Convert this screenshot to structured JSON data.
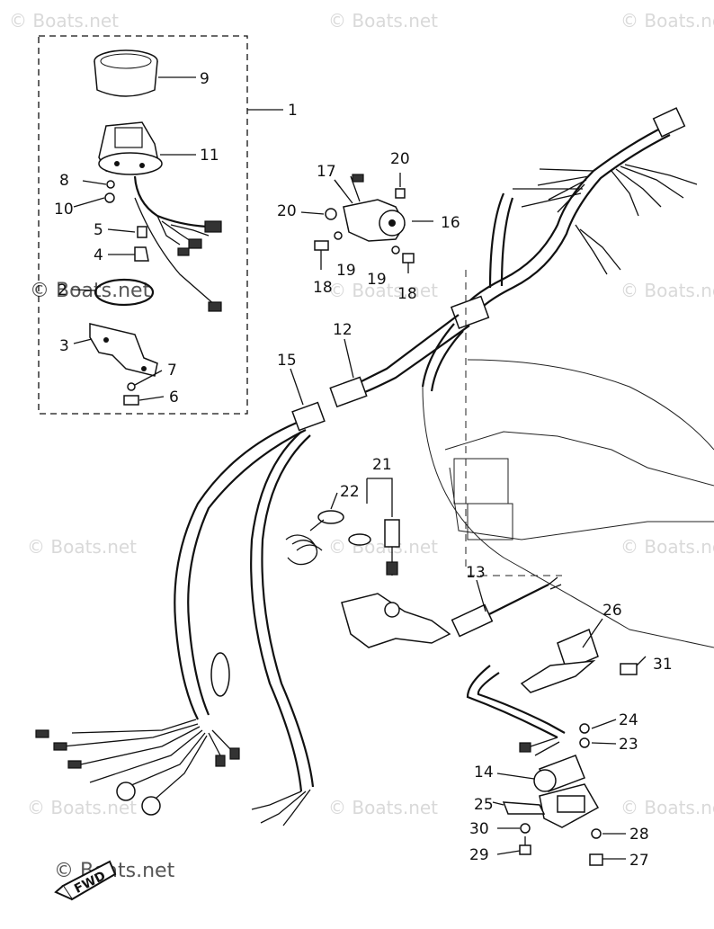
{
  "watermark": "© Boats.net",
  "overlay_watermark": "© Boats.net",
  "direction_label": "FWD",
  "callouts": {
    "c1": "1",
    "c2": "2",
    "c3": "3",
    "c4": "4",
    "c5": "5",
    "c6": "6",
    "c7": "7",
    "c8": "8",
    "c9": "9",
    "c10": "10",
    "c11": "11",
    "c12": "12",
    "c13": "13",
    "c14": "14",
    "c15": "15",
    "c16": "16",
    "c17": "17",
    "c18a": "18",
    "c18b": "18",
    "c19a": "19",
    "c19b": "19",
    "c20a": "20",
    "c20b": "20",
    "c21": "21",
    "c22": "22",
    "c23": "23",
    "c24": "24",
    "c25": "25",
    "c26": "26",
    "c27": "27",
    "c28": "28",
    "c29": "29",
    "c30": "30",
    "c31": "31"
  }
}
